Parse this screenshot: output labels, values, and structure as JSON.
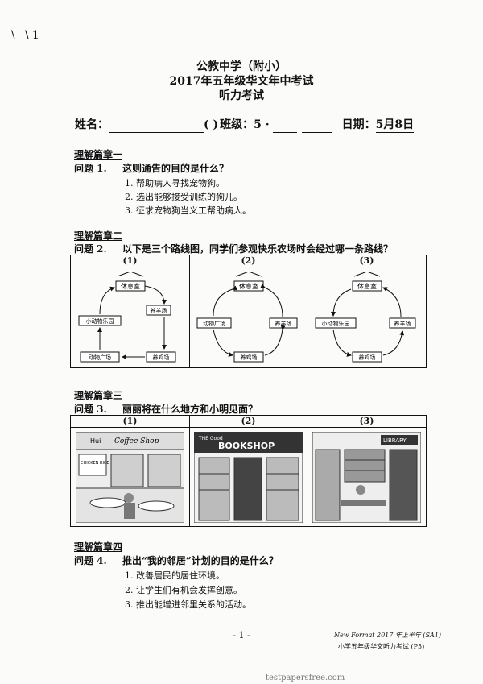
{
  "corner_mark": "\\ \\1",
  "header": {
    "school": "公教中学（附小）",
    "exam": "2017年五年级华文年中考试",
    "paper": "听力考试"
  },
  "info": {
    "name_label": "姓名：",
    "paren": "(    )",
    "class_label": "班级：5 ·",
    "date_label": "日期：",
    "date_value": "5月8日"
  },
  "sections": [
    {
      "title": "理解篇章一",
      "question": {
        "num": "问题 1.",
        "text": "这则通告的目的是什么？"
      },
      "options": [
        "1. 帮助病人寻找宠物狗。",
        "2. 选出能够接受训练的狗儿。",
        "3. 征求宠物狗当义工帮助病人。"
      ]
    },
    {
      "title": "理解篇章二",
      "question": {
        "num": "问题 2.",
        "text": "以下是三个路线图，同学们参观快乐农场时会经过哪一条路线？"
      },
      "panels": [
        {
          "label": "(1)",
          "places": [
            "休息室",
            "养羊场",
            "小动物乐园",
            "动物广场",
            "养鸡场"
          ]
        },
        {
          "label": "(2)",
          "places": [
            "休息室",
            "动物广场",
            "养羊场",
            "养鸡场"
          ]
        },
        {
          "label": "(3)",
          "places": [
            "休息室",
            "小动物乐园",
            "养羊场",
            "养鸡场"
          ]
        }
      ]
    },
    {
      "title": "理解篇章三",
      "question": {
        "num": "问题 3.",
        "text": "丽丽将在什么地方和小明见面？"
      },
      "panels": [
        {
          "label": "(1)",
          "signs": [
            "Hui",
            "Coffee Shop",
            "CHICKEN RICE"
          ]
        },
        {
          "label": "(2)",
          "signs": [
            "THE Good",
            "BOOKSHOP"
          ]
        },
        {
          "label": "(3)",
          "signs": [
            "LIBRARY"
          ]
        }
      ]
    },
    {
      "title": "理解篇章四",
      "question": {
        "num": "问题 4.",
        "text": "推出“我的邻居”计划的目的是什么？"
      },
      "options": [
        "1. 改善居民的居住环境。",
        "2. 让学生们有机会发挥创意。",
        "3. 推出能增进邻里关系的活动。"
      ]
    }
  ],
  "footer": {
    "page": "- 1 -",
    "series": "New Format 2017 年上半年 (SA1)",
    "desc": "小学五年级华文听力考试 (P5)",
    "url": "testpapersfree.com"
  }
}
